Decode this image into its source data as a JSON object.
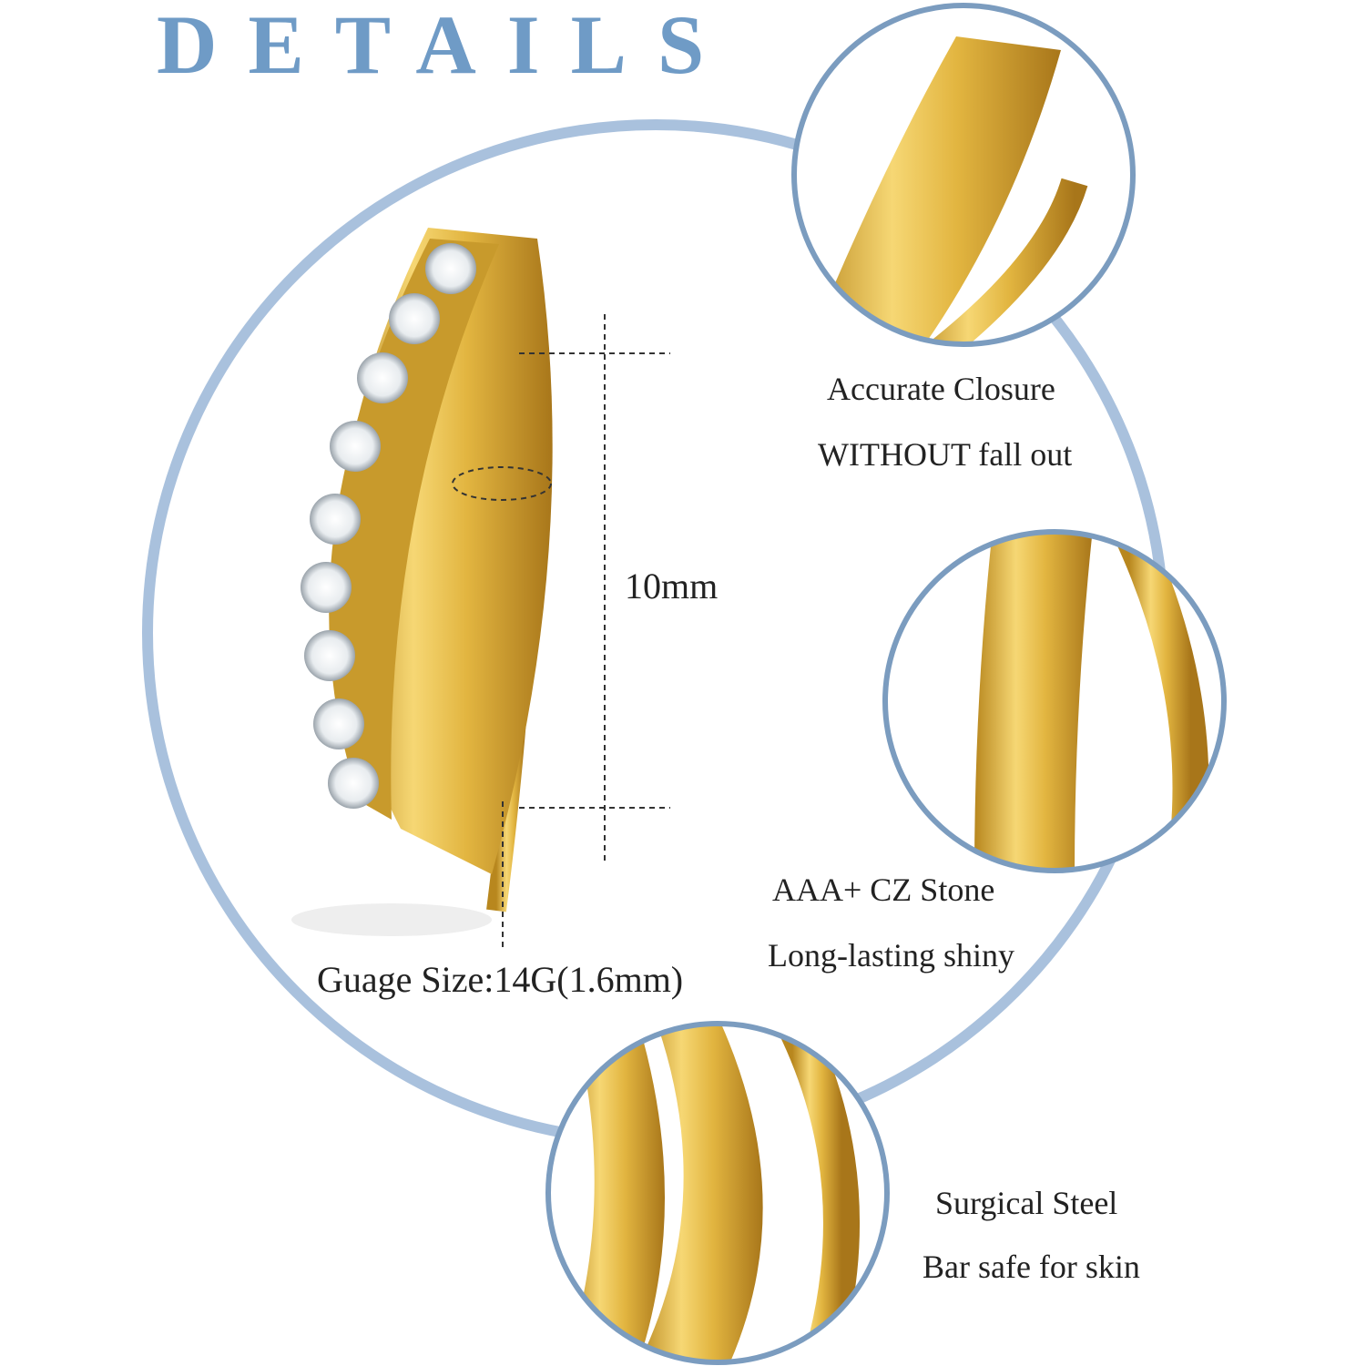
{
  "title": "DETAILS",
  "colors": {
    "accent": "#6f9bc6",
    "ring": "#a9c1dd",
    "gold": "#e2b540"
  },
  "labels": {
    "height": "10mm",
    "gauge": "Guage Size:14G(1.6mm)",
    "closure_line1": "Accurate Closure",
    "closure_line2": "WITHOUT fall out",
    "stone_line1": "AAA+ CZ Stone",
    "stone_line2": "Long-lasting shiny",
    "steel_line1": "Surgical Steel",
    "steel_line2": "Bar safe for skin"
  }
}
